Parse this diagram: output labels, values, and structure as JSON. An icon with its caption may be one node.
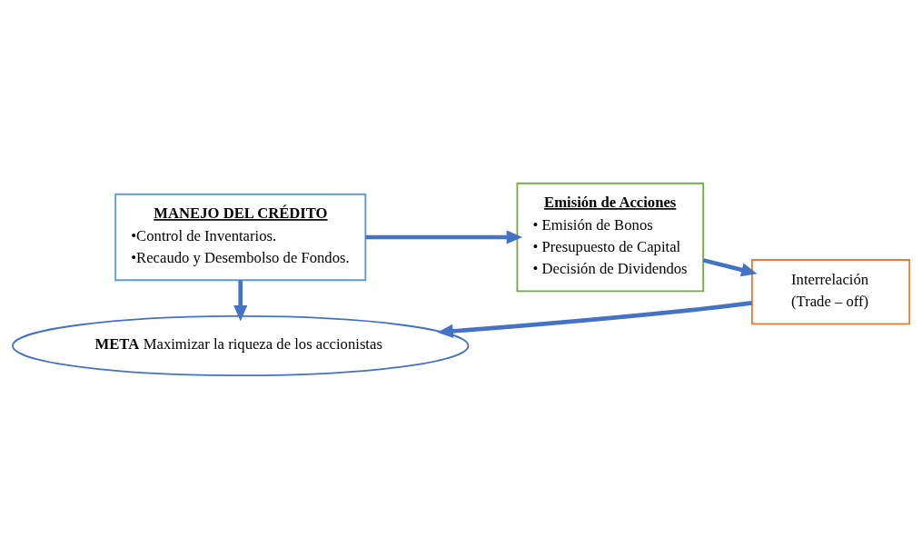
{
  "diagram": {
    "nodes": [
      {
        "text": [
          "MANEJO DEL CRÉDITO",
          "•Control de Inventarios.",
          "•Recaudo y Desembolso de Fondos."
        ]
      },
      {
        "text": [
          "Emisión de Acciones",
          "• Emisión de Bonos",
          "• Presupuesto de Capital",
          "• Decisión de Dividendos"
        ]
      },
      {
        "text": [
          "Interrelación",
          "(Trade – off)"
        ]
      },
      {
        "text": [
          "**META** Maximizar la riqueza de los accionistas"
        ]
      }
    ],
    "edges": [
      {
        "from": 0,
        "to": 1,
        "arrow": "to"
      },
      {
        "from": 1,
        "to": 2,
        "arrow": "to"
      },
      {
        "from": 0,
        "to": 3,
        "arrow": "to"
      },
      {
        "from": 2,
        "to": 3,
        "arrow": "to"
      }
    ]
  }
}
